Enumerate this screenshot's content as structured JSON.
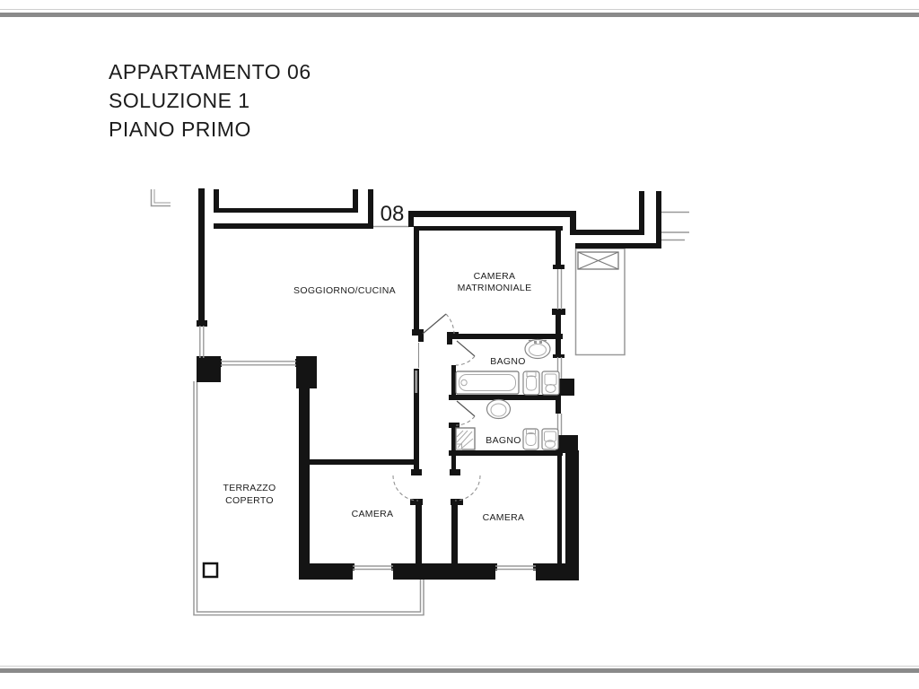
{
  "title": {
    "line1": "APPARTAMENTO 06",
    "line2": "SOLUZIONE 1",
    "line3": "PIANO PRIMO"
  },
  "plan": {
    "unit_number": "08",
    "rooms": {
      "soggiorno": {
        "label": "SOGGIORNO/CUCINA"
      },
      "camera_matrimoniale": {
        "line1": "CAMERA",
        "line2": "MATRIMONIALE"
      },
      "bagno_1": {
        "label": "BAGNO"
      },
      "bagno_2": {
        "label": "BAGNO"
      },
      "camera_left": {
        "label": "CAMERA"
      },
      "camera_right": {
        "label": "CAMERA"
      },
      "terrazzo": {
        "line1": "TERRAZZO",
        "line2": "COPERTO"
      }
    },
    "colors": {
      "wall": "#141414",
      "context_gray": "#999999",
      "glazing_gray": "#9a9a9a",
      "fixture_gray": "#858585",
      "text": "#1c1c1c",
      "page_rule": "#8a8a8a"
    }
  }
}
